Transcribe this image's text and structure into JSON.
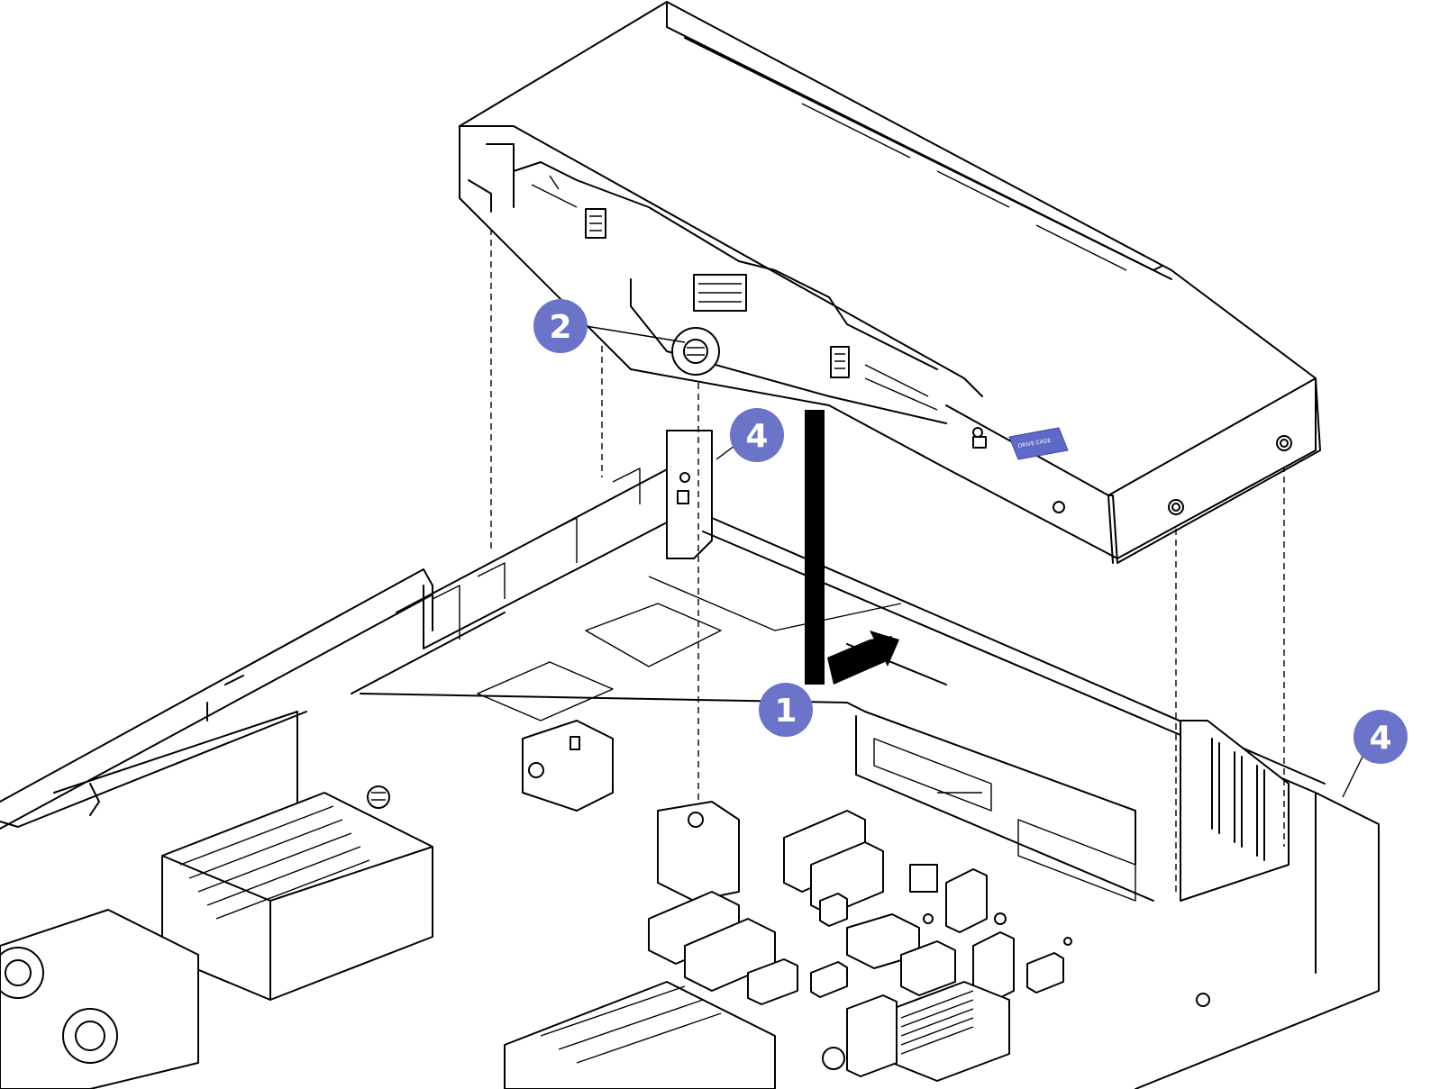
{
  "callouts": {
    "c1": "1",
    "c2": "2",
    "c4a": "4",
    "c4b": "4"
  },
  "drive_cage_label": "DRIVE CAGE",
  "colors": {
    "callout_fill": "#6b74c9",
    "line": "#000000",
    "background": "#ffffff"
  }
}
